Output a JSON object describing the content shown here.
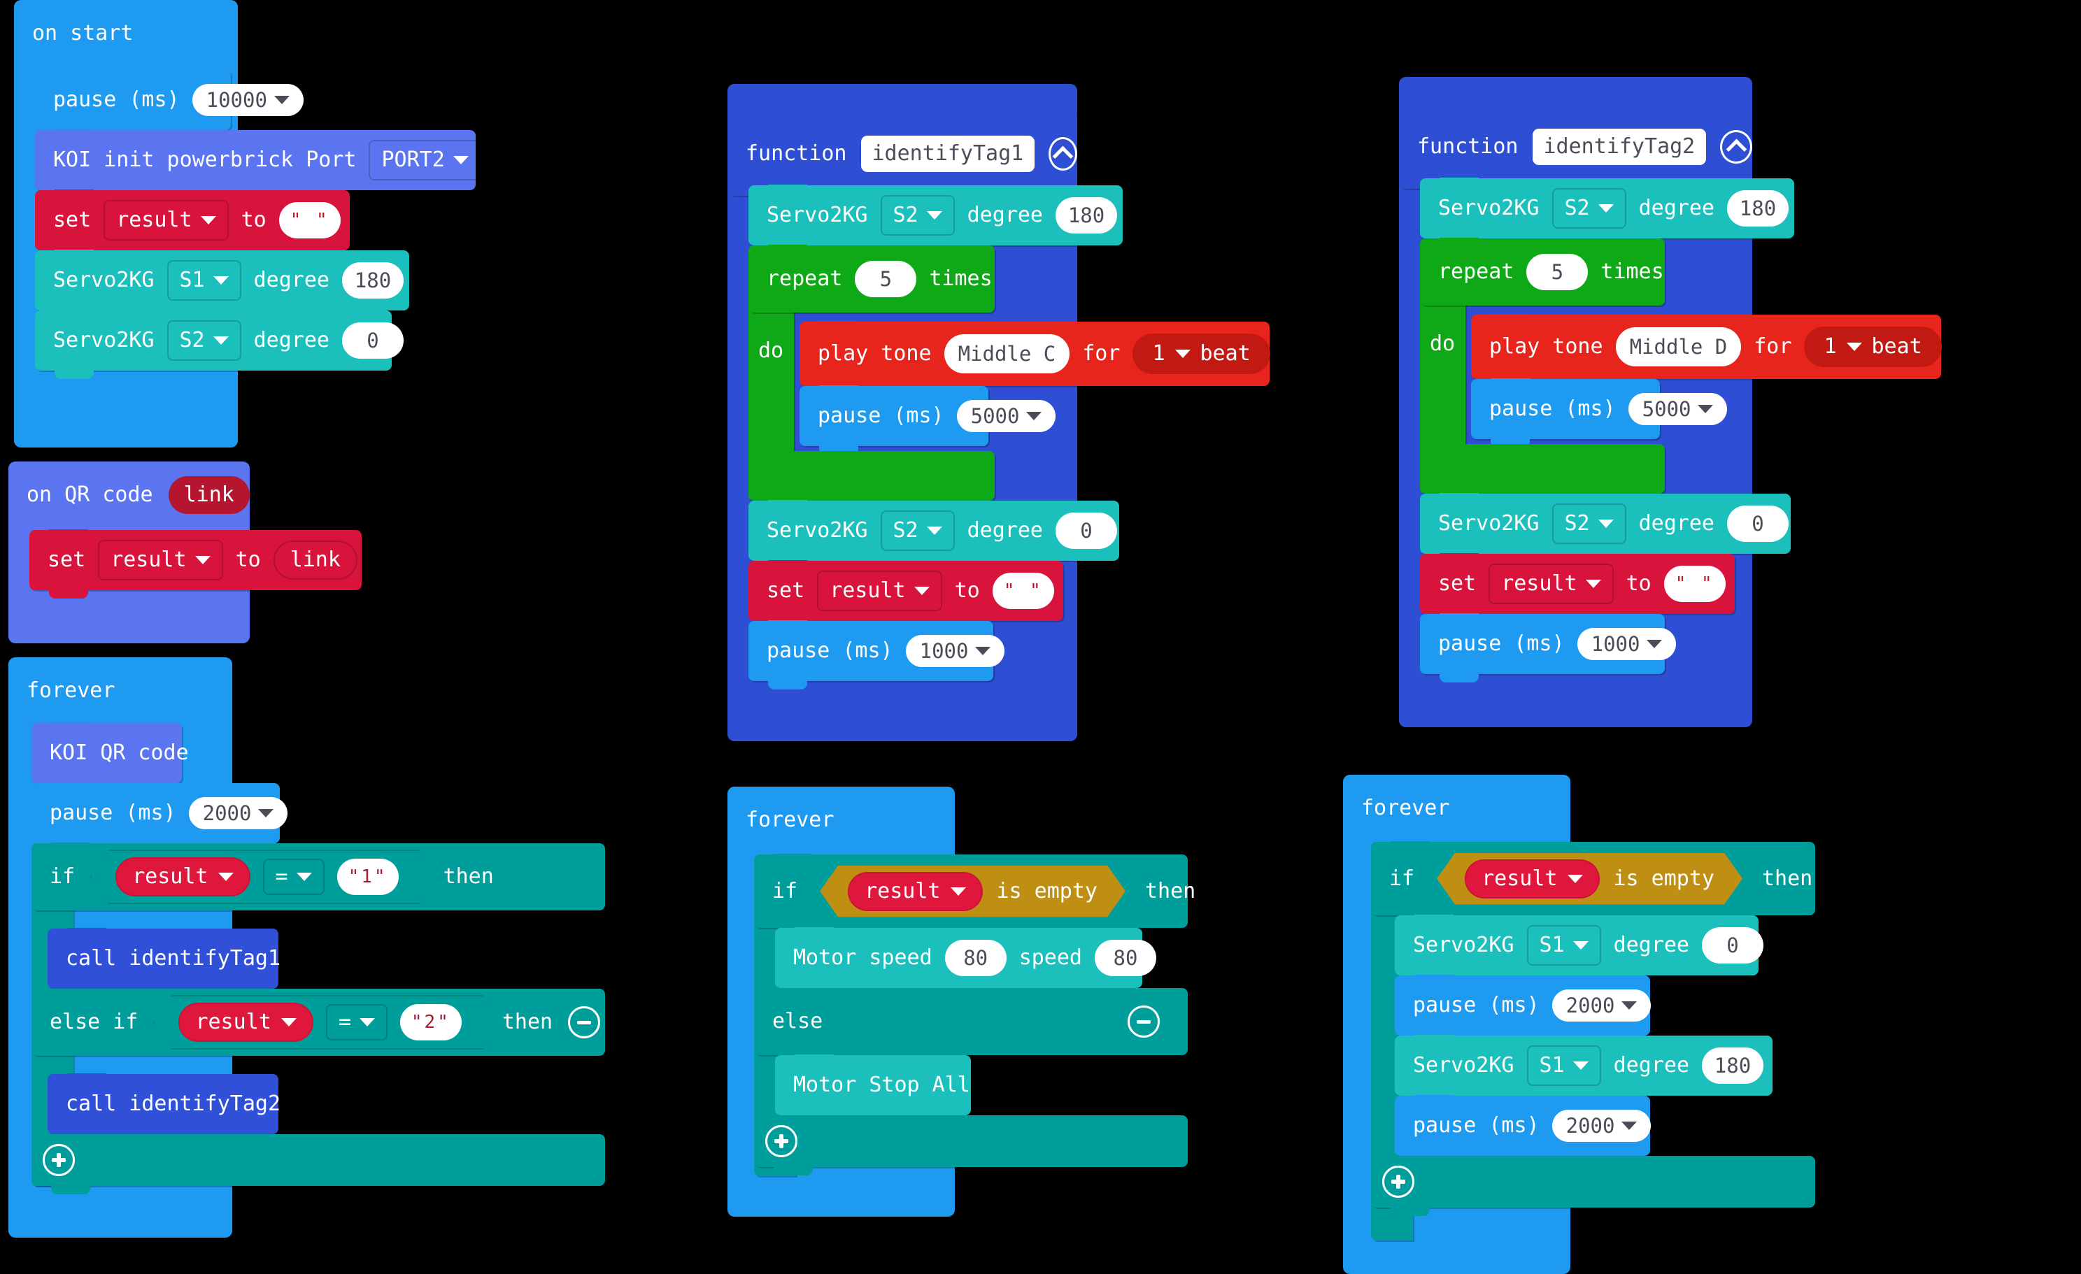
{
  "editor": {
    "name": "makecode-blocks-workspace",
    "background": "#000000",
    "palette": {
      "loops": "#1e9bf0",
      "variables": "#d8143c",
      "variable_reporter": "#e0173c",
      "koi_extension": "#5b74f0",
      "servo": "#1bbfbb",
      "logic": "#009e9a",
      "logic_boolean": "#bf8f14",
      "functions": "#2e4fd4",
      "function_call": "#3050d8",
      "loops_repeat": "#0fa918",
      "music": "#e8251c"
    }
  },
  "scripts": [
    {
      "id": "on-start",
      "hat_label": "on start",
      "statements": [
        {
          "kind": "pause",
          "label": "pause (ms)",
          "value": "10000",
          "dropdown": true
        },
        {
          "kind": "koi-init",
          "label": "KOI init powerbrick Port",
          "value": "PORT2",
          "dropdown": true
        },
        {
          "kind": "set-var",
          "set_label": "set",
          "variable": "result",
          "to_label": "to",
          "value": "\" \""
        },
        {
          "kind": "servo",
          "label": "Servo2KG",
          "port": "S1",
          "degree_label": "degree",
          "degree": "180"
        },
        {
          "kind": "servo",
          "label": "Servo2KG",
          "port": "S2",
          "degree_label": "degree",
          "degree": "0"
        }
      ]
    },
    {
      "id": "on-qr-code",
      "hat_label": "on QR code",
      "hat_param": "link",
      "statements": [
        {
          "kind": "set-var",
          "set_label": "set",
          "variable": "result",
          "to_label": "to",
          "value": "link"
        }
      ]
    },
    {
      "id": "forever-qr",
      "hat_label": "forever",
      "statements": [
        {
          "kind": "koi-qr",
          "label": "KOI QR code"
        },
        {
          "kind": "pause",
          "label": "pause (ms)",
          "value": "2000",
          "dropdown": true
        },
        {
          "kind": "if-else-if",
          "if_label": "if",
          "else_if_label": "else if",
          "then_label": "then",
          "operator": "=",
          "branches": [
            {
              "variable": "result",
              "operator": "=",
              "compare_to": "\"1\"",
              "body_call": "call identifyTag1"
            },
            {
              "variable": "result",
              "operator": "=",
              "compare_to": "\"2\"",
              "body_call": "call identifyTag2"
            }
          ],
          "minus_button": "remove-branch",
          "plus_button": "add-branch"
        }
      ]
    },
    {
      "id": "function-identifyTag1",
      "function_label": "function",
      "function_name": "identifyTag1",
      "collapse_icon": "chevron-up-icon",
      "statements": [
        {
          "kind": "servo",
          "label": "Servo2KG",
          "port": "S2",
          "degree_label": "degree",
          "degree": "180"
        },
        {
          "kind": "repeat",
          "repeat_label": "repeat",
          "times_label": "times",
          "count": "5",
          "do_label": "do",
          "body": [
            {
              "kind": "play-tone",
              "label": "play tone",
              "note": "Middle C",
              "for_label": "for",
              "beats": "1",
              "beat_label": "beat"
            },
            {
              "kind": "pause",
              "label": "pause (ms)",
              "value": "5000",
              "dropdown": true
            }
          ]
        },
        {
          "kind": "servo",
          "label": "Servo2KG",
          "port": "S2",
          "degree_label": "degree",
          "degree": "0"
        },
        {
          "kind": "set-var",
          "set_label": "set",
          "variable": "result",
          "to_label": "to",
          "value": "\" \""
        },
        {
          "kind": "pause",
          "label": "pause (ms)",
          "value": "1000",
          "dropdown": true
        }
      ]
    },
    {
      "id": "forever-motor",
      "hat_label": "forever",
      "statements": [
        {
          "kind": "if-else",
          "if_label": "if",
          "then_label": "then",
          "else_label": "else",
          "condition": {
            "variable": "result",
            "predicate": "is empty"
          },
          "if_body": [
            {
              "kind": "motor-speed",
              "label": "Motor speed",
              "speed1": "80",
              "speed_label": "speed",
              "speed2": "80"
            }
          ],
          "else_body": [
            {
              "kind": "motor-stop",
              "label": "Motor Stop All"
            }
          ],
          "minus_button": "remove-branch",
          "plus_button": "add-branch"
        }
      ]
    },
    {
      "id": "function-identifyTag2",
      "function_label": "function",
      "function_name": "identifyTag2",
      "collapse_icon": "chevron-up-icon",
      "statements": [
        {
          "kind": "servo",
          "label": "Servo2KG",
          "port": "S2",
          "degree_label": "degree",
          "degree": "180"
        },
        {
          "kind": "repeat",
          "repeat_label": "repeat",
          "times_label": "times",
          "count": "5",
          "do_label": "do",
          "body": [
            {
              "kind": "play-tone",
              "label": "play tone",
              "note": "Middle D",
              "for_label": "for",
              "beats": "1",
              "beat_label": "beat"
            },
            {
              "kind": "pause",
              "label": "pause (ms)",
              "value": "5000",
              "dropdown": true
            }
          ]
        },
        {
          "kind": "servo",
          "label": "Servo2KG",
          "port": "S2",
          "degree_label": "degree",
          "degree": "0"
        },
        {
          "kind": "set-var",
          "set_label": "set",
          "variable": "result",
          "to_label": "to",
          "value": "\" \""
        },
        {
          "kind": "pause",
          "label": "pause (ms)",
          "value": "1000",
          "dropdown": true
        }
      ]
    },
    {
      "id": "forever-servo-sweep",
      "hat_label": "forever",
      "statements": [
        {
          "kind": "if",
          "if_label": "if",
          "then_label": "then",
          "condition": {
            "variable": "result",
            "predicate": "is empty"
          },
          "if_body": [
            {
              "kind": "servo",
              "label": "Servo2KG",
              "port": "S1",
              "degree_label": "degree",
              "degree": "0"
            },
            {
              "kind": "pause",
              "label": "pause (ms)",
              "value": "2000",
              "dropdown": true
            },
            {
              "kind": "servo",
              "label": "Servo2KG",
              "port": "S1",
              "degree_label": "degree",
              "degree": "180"
            },
            {
              "kind": "pause",
              "label": "pause (ms)",
              "value": "2000",
              "dropdown": true
            }
          ],
          "plus_button": "add-branch"
        }
      ]
    }
  ],
  "text": {
    "on_start": "on start",
    "forever": "forever",
    "on_qr_code": "on QR code",
    "link": "link",
    "pause_ms": "pause (ms)",
    "koi_init": "KOI init powerbrick Port",
    "koi_qr": "KOI QR code",
    "port2": "PORT2",
    "set": "set",
    "to": "to",
    "result": "result",
    "empty_string": "\" \"",
    "servo2kg": "Servo2KG",
    "degree": "degree",
    "s1": "S1",
    "s2": "S2",
    "deg_180": "180",
    "deg_0": "0",
    "v10000": "10000",
    "v5000": "5000",
    "v2000": "2000",
    "v1000": "1000",
    "function": "function",
    "identifyTag1": "identifyTag1",
    "identifyTag2": "identifyTag2",
    "repeat": "repeat",
    "times": "times",
    "do": "do",
    "five": "5",
    "play_tone": "play tone",
    "middle_c": "Middle C",
    "middle_d": "Middle D",
    "for": "for",
    "one": "1",
    "beat": "beat",
    "if": "if",
    "else_if": "else if",
    "else": "else",
    "then": "then",
    "eq": "=",
    "str_1": "\"1\"",
    "str_2": "\"2\"",
    "call_tag1": "call identifyTag1",
    "call_tag2": "call identifyTag2",
    "is_empty": "is empty",
    "motor_speed": "Motor speed",
    "speed": "speed",
    "v80": "80",
    "motor_stop_all": "Motor Stop All"
  }
}
